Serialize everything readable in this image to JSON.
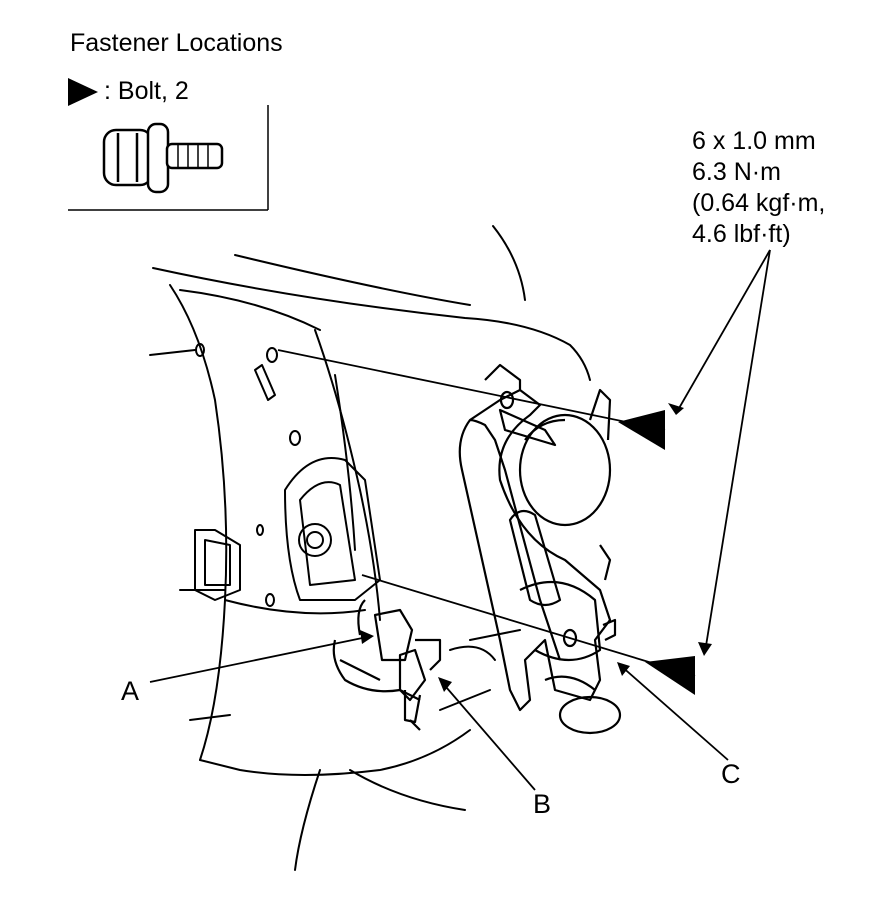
{
  "title": "Fastener Locations",
  "legend": {
    "icon": "filled-triangle-icon",
    "text": ": Bolt, 2"
  },
  "spec": {
    "lines": [
      "6 x 1.0 mm",
      "6.3 N·m",
      "(0.64 kgf·m,",
      "4.6 lbf·ft)"
    ]
  },
  "callouts": {
    "a": "A",
    "b": "B",
    "c": "C"
  }
}
